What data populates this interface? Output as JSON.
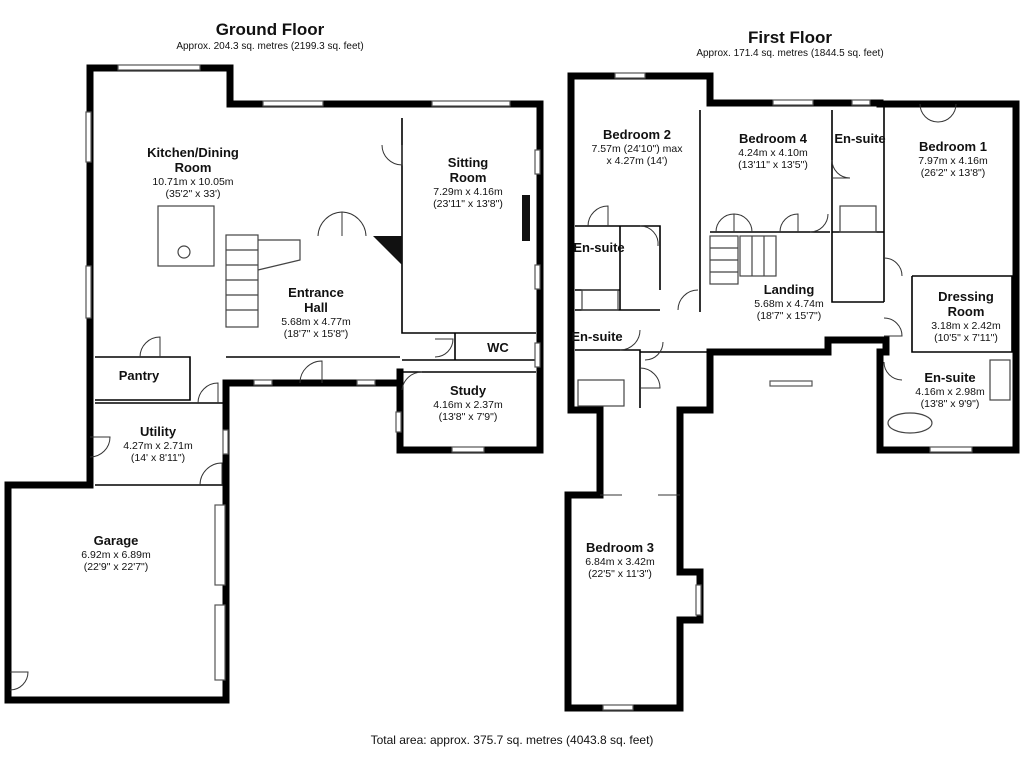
{
  "ground_floor": {
    "title": "Ground Floor",
    "area": "Approx. 204.3 sq. metres (2199.3 sq. feet)",
    "rooms": {
      "kitchen": {
        "name": "Kitchen/Dining",
        "name2": "Room",
        "metric": "10.71m x 10.05m",
        "imperial": "(35'2\" x 33')"
      },
      "sitting": {
        "name": "Sitting",
        "name2": "Room",
        "metric": "7.29m x 4.16m",
        "imperial": "(23'11\" x 13'8\")"
      },
      "hall": {
        "name": "Entrance",
        "name2": "Hall",
        "metric": "5.68m x 4.77m",
        "imperial": "(18'7\" x 15'8\")"
      },
      "wc": {
        "name": "WC"
      },
      "pantry": {
        "name": "Pantry"
      },
      "study": {
        "name": "Study",
        "metric": "4.16m x 2.37m",
        "imperial": "(13'8\" x 7'9\")"
      },
      "utility": {
        "name": "Utility",
        "metric": "4.27m x 2.71m",
        "imperial": "(14' x 8'11\")"
      },
      "garage": {
        "name": "Garage",
        "metric": "6.92m x 6.89m",
        "imperial": "(22'9\" x 22'7\")"
      }
    }
  },
  "first_floor": {
    "title": "First Floor",
    "area": "Approx. 171.4 sq. metres (1844.5 sq. feet)",
    "rooms": {
      "bed2": {
        "name": "Bedroom 2",
        "metric": "7.57m (24'10\") max",
        "imperial": "x 4.27m (14')"
      },
      "bed4": {
        "name": "Bedroom 4",
        "metric": "4.24m x 4.10m",
        "imperial": "(13'11\" x 13'5\")"
      },
      "ensuite_top": {
        "name": "En-suite"
      },
      "bed1": {
        "name": "Bedroom 1",
        "metric": "7.97m x 4.16m",
        "imperial": "(26'2\" x 13'8\")"
      },
      "ensuite_b2": {
        "name": "En-suite"
      },
      "ensuite_b3": {
        "name": "En-suite"
      },
      "landing": {
        "name": "Landing",
        "metric": "5.68m x 4.74m",
        "imperial": "(18'7\" x 15'7\")"
      },
      "dressing": {
        "name": "Dressing",
        "name2": "Room",
        "metric": "3.18m x 2.42m",
        "imperial": "(10'5\" x 7'11\")"
      },
      "ensuite_b1": {
        "name": "En-suite",
        "metric": "4.16m x 2.98m",
        "imperial": "(13'8\" x 9'9\")"
      },
      "bed3": {
        "name": "Bedroom 3",
        "metric": "6.84m x 3.42m",
        "imperial": "(22'5\" x 11'3\")"
      }
    }
  },
  "total_area": "Total area: approx. 375.7 sq. metres (4043.8 sq. feet)"
}
